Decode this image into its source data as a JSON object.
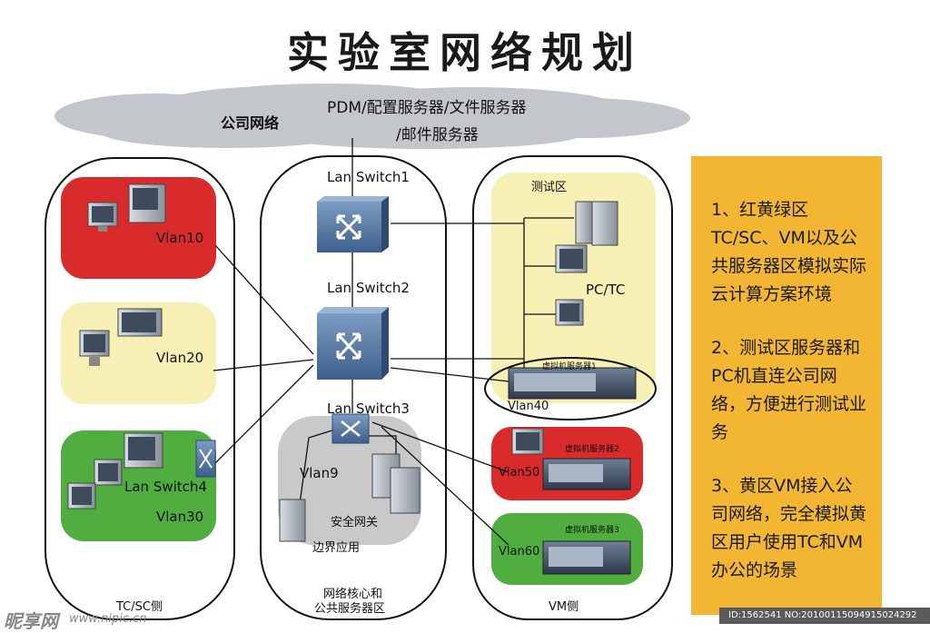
{
  "title": "实验室网络规划",
  "cloud": {
    "label": "公司网络",
    "servers_line1": "PDM/配置服务器/文件服务器",
    "servers_line2": "/邮件服务器"
  },
  "zones": {
    "left": {
      "label": "TC/SC侧"
    },
    "center": {
      "label_line1": "网络核心和",
      "label_line2": "公共服务器区"
    },
    "right": {
      "label": "VM侧"
    }
  },
  "vlans": {
    "vlan10": "Vlan10",
    "vlan20": "Vlan20",
    "vlan30": "Vlan30",
    "vlan9": "Vlan9",
    "vlan40": "Vlan40",
    "vlan50": "Vlan50",
    "vlan60": "Vlan60"
  },
  "switches": {
    "s1": "Lan Switch1",
    "s2": "Lan Switch2",
    "s3": "Lan Switch3",
    "s4": "Lan Switch4"
  },
  "security": {
    "gateway": "安全网关",
    "edge": "边界应用"
  },
  "test_zone": {
    "label": "测试区",
    "pc": "PC/TC"
  },
  "vm_servers": {
    "vm1": "虚拟机服务器1",
    "vm2": "虚拟机服务器2",
    "vm3": "虚拟机服务器3"
  },
  "notes": [
    "1、红黄绿区TC/SC、VM以及公共服务器区模拟实际云计算方案环境",
    "2、测试区服务器和PC机直连公司网络，方便进行测试业务",
    "3、黄区VM接入公司网络，完全模拟黄区用户使用TC和VM办公的场景"
  ],
  "watermark": {
    "logo": "昵享网",
    "site": "www.nipic.cn",
    "id": "ID:1562541 NO:20100115094915024292"
  },
  "colors": {
    "red_zone": "#d92b2b",
    "yellow_zone": "#f6f0b5",
    "green_zone": "#4fae3f",
    "gray_zone": "#c9c9c9",
    "note_bg": "#f2b632",
    "switch_blue": "#4c6e9a"
  }
}
